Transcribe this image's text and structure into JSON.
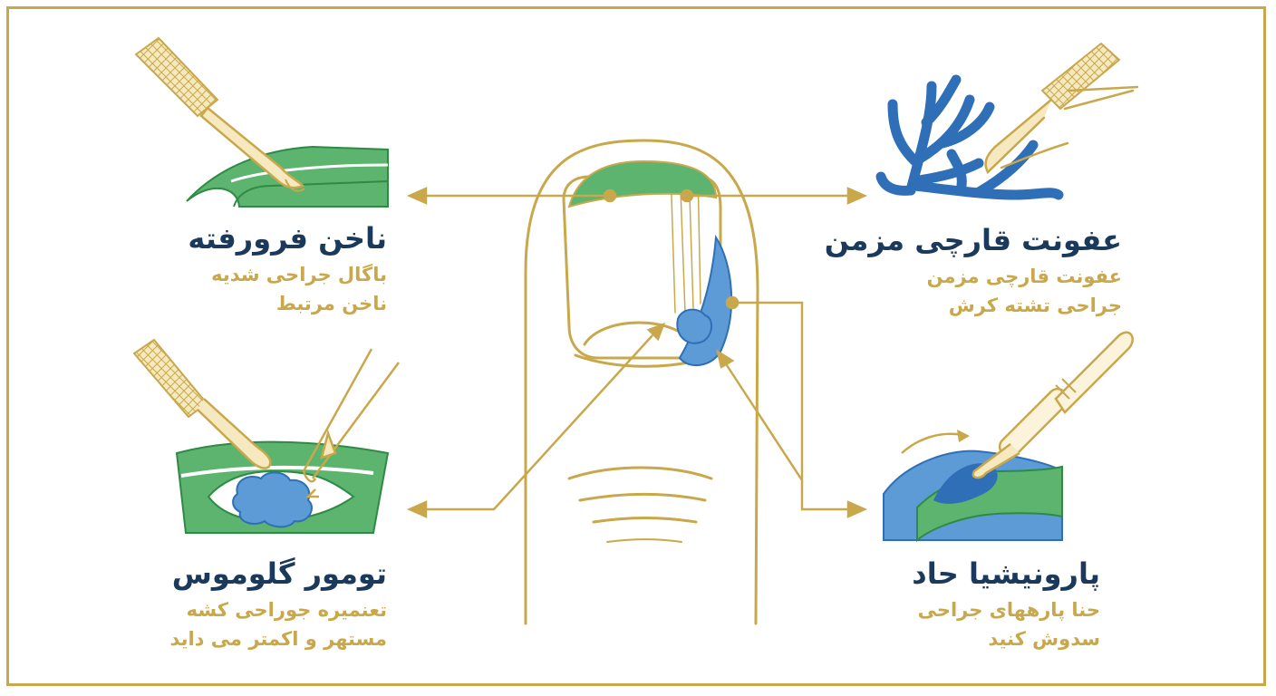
{
  "colors": {
    "gold": "#c9a84c",
    "navy": "#1b3a5b",
    "green": "#5cb46e",
    "green_dark": "#2f8a45",
    "blue": "#5c9bd6",
    "blue_dark": "#2f6fb8"
  },
  "panels": {
    "ingrown": {
      "title": "ناخن فرورفته",
      "desc_line1": "باگال جراحی شدیه",
      "desc_line2": "ناخن مرتبط"
    },
    "fungal": {
      "title": "عفونت قارچی مزمن",
      "desc_line1": "عفونت قارچی مزمن",
      "desc_line2": "جراحی تشته کرش"
    },
    "glomus": {
      "title": "تومور گلوموس",
      "desc_line1": "تعنمیره جوراحی کشه",
      "desc_line2": "مستهر و اکمتر می داید"
    },
    "paronychia": {
      "title": "پارونیشیا حاد",
      "desc_line1": "حنا پارههای جراحی",
      "desc_line2": "سدوش کنید"
    }
  }
}
